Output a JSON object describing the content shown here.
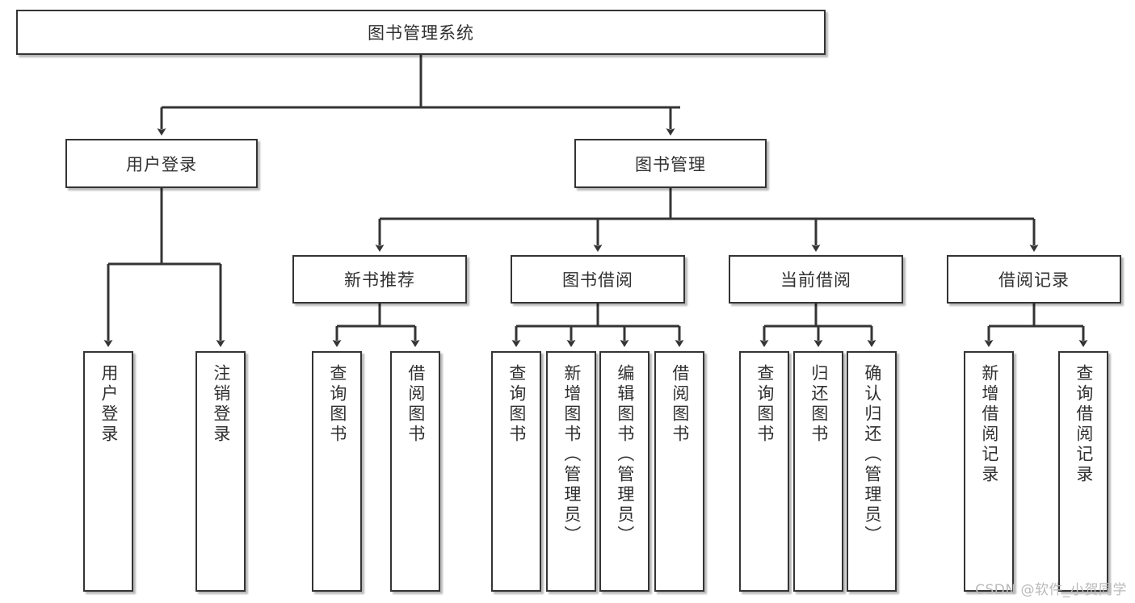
{
  "diagram": {
    "type": "tree",
    "title": "图书管理系统",
    "root": {
      "label": "图书管理系统"
    },
    "level2": [
      {
        "label": "用户登录"
      },
      {
        "label": "图书管理"
      }
    ],
    "level3": [
      {
        "label": "新书推荐"
      },
      {
        "label": "图书借阅"
      },
      {
        "label": "当前借阅"
      },
      {
        "label": "借阅记录"
      }
    ],
    "leaves": {
      "user_login": [
        {
          "label": "用户登录"
        },
        {
          "label": "注销登录"
        }
      ],
      "new_book_recommend": [
        {
          "label": "查询图书"
        },
        {
          "label": "借阅图书"
        }
      ],
      "book_borrow": [
        {
          "label": "查询图书"
        },
        {
          "label": "新增图书（管理员）"
        },
        {
          "label": "编辑图书（管理员）"
        },
        {
          "label": "借阅图书"
        }
      ],
      "current_borrow": [
        {
          "label": "查询图书"
        },
        {
          "label": "归还图书"
        },
        {
          "label": "确认归还（管理员）"
        }
      ],
      "borrow_records": [
        {
          "label": "新增借阅记录"
        },
        {
          "label": "查询借阅记录"
        }
      ]
    }
  },
  "watermark": {
    "text": "CSDN @软件_小贺同学"
  },
  "colors": {
    "stroke": "#343434",
    "text": "#303030",
    "background": "#ffffff",
    "watermark": "#b9b9b9"
  }
}
